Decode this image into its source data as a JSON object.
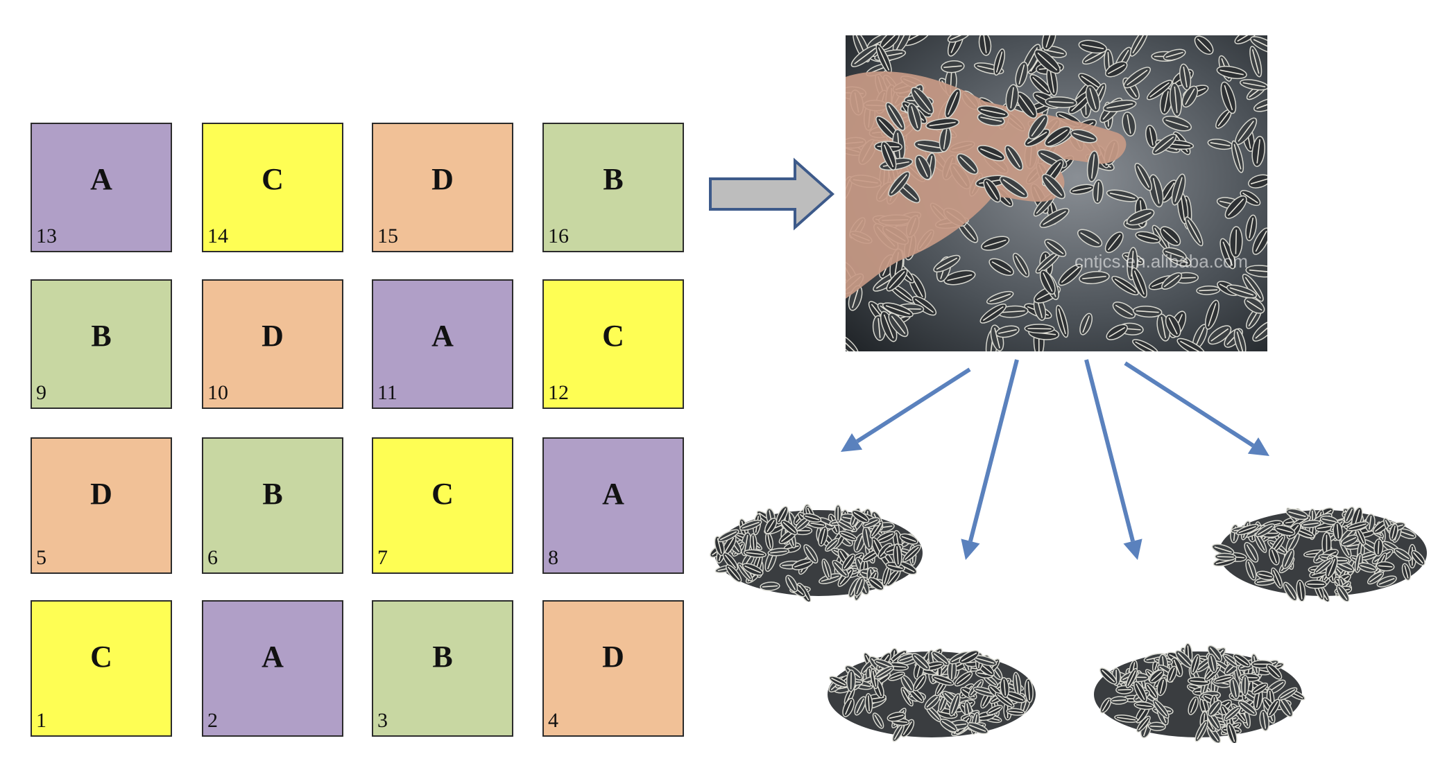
{
  "plots": [
    {
      "number": "13",
      "treatment": "A"
    },
    {
      "number": "14",
      "treatment": "C"
    },
    {
      "number": "15",
      "treatment": "D"
    },
    {
      "number": "16",
      "treatment": "B"
    },
    {
      "number": "9",
      "treatment": "B"
    },
    {
      "number": "10",
      "treatment": "D"
    },
    {
      "number": "11",
      "treatment": "A"
    },
    {
      "number": "12",
      "treatment": "C"
    },
    {
      "number": "5",
      "treatment": "D"
    },
    {
      "number": "6",
      "treatment": "B"
    },
    {
      "number": "7",
      "treatment": "C"
    },
    {
      "number": "8",
      "treatment": "A"
    },
    {
      "number": "1",
      "treatment": "C"
    },
    {
      "number": "2",
      "treatment": "A"
    },
    {
      "number": "3",
      "treatment": "B"
    },
    {
      "number": "4",
      "treatment": "D"
    }
  ],
  "colors": {
    "A": "#b09fc7",
    "B": "#c8d7a2",
    "C": "#fefe54",
    "D": "#f1c197",
    "arrow": "#5a81bd",
    "block_arrow_fill": "#bdbdbd",
    "block_arrow_stroke": "#3d5a8a"
  },
  "photo": {
    "watermark": "cntjcs.en.alibaba.com",
    "subject": "sunflower-seeds-in-hand"
  },
  "piles": [
    {
      "subject": "sunflower-seed-pile"
    },
    {
      "subject": "sunflower-seed-pile"
    },
    {
      "subject": "sunflower-seed-pile"
    },
    {
      "subject": "sunflower-seed-pile"
    }
  ]
}
